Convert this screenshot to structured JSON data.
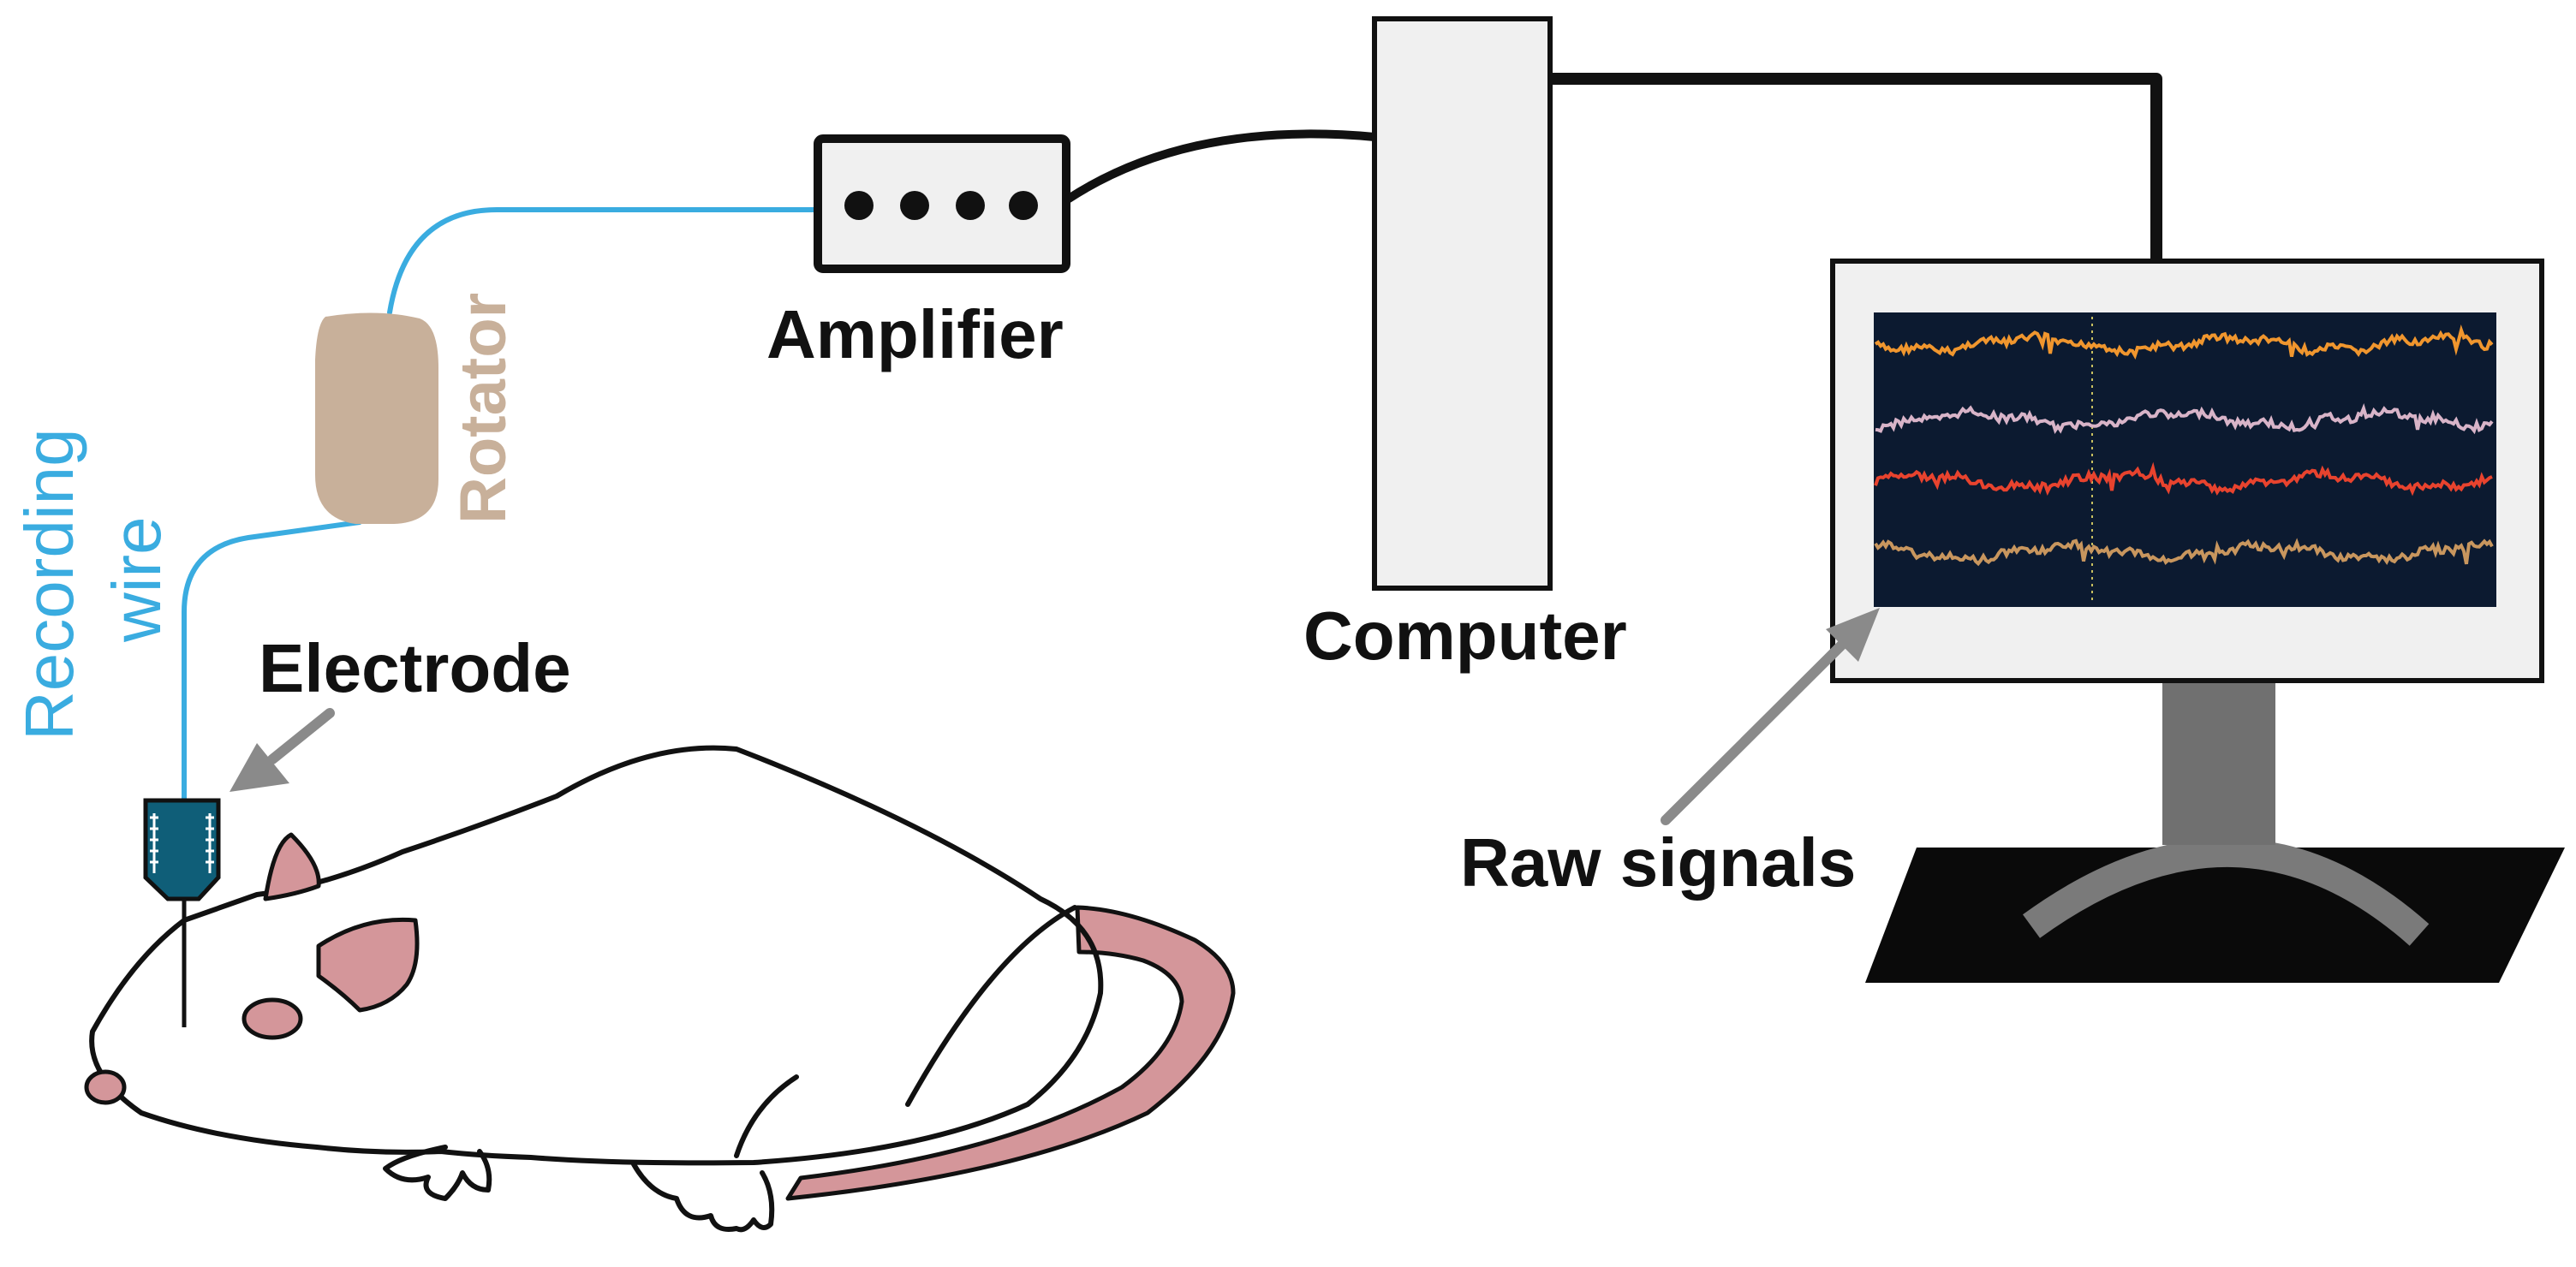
{
  "labels": {
    "recording_wire_line1": "Recording",
    "recording_wire_line2": "wire",
    "rotator": "Rotator",
    "amplifier": "Amplifier",
    "computer": "Computer",
    "electrode": "Electrode",
    "raw_signals": "Raw signals"
  },
  "colors": {
    "wire": "#3aace0",
    "rotator": "#c8b09a",
    "electrode": "#0f5e78",
    "screen_bg": "#0c1a30",
    "trace_1": "#f0962e",
    "trace_2": "#d8b4c8",
    "trace_3": "#e8432e",
    "trace_4": "#c8965e",
    "rat_pink": "#d4969a",
    "arrow_gray": "#8a8a8a",
    "stand_gray": "#707070"
  },
  "icons": {
    "amplifier": "amplifier-box-icon",
    "computer": "computer-tower-icon",
    "monitor": "monitor-icon",
    "rat": "rat-icon",
    "electrode": "electrode-icon"
  }
}
